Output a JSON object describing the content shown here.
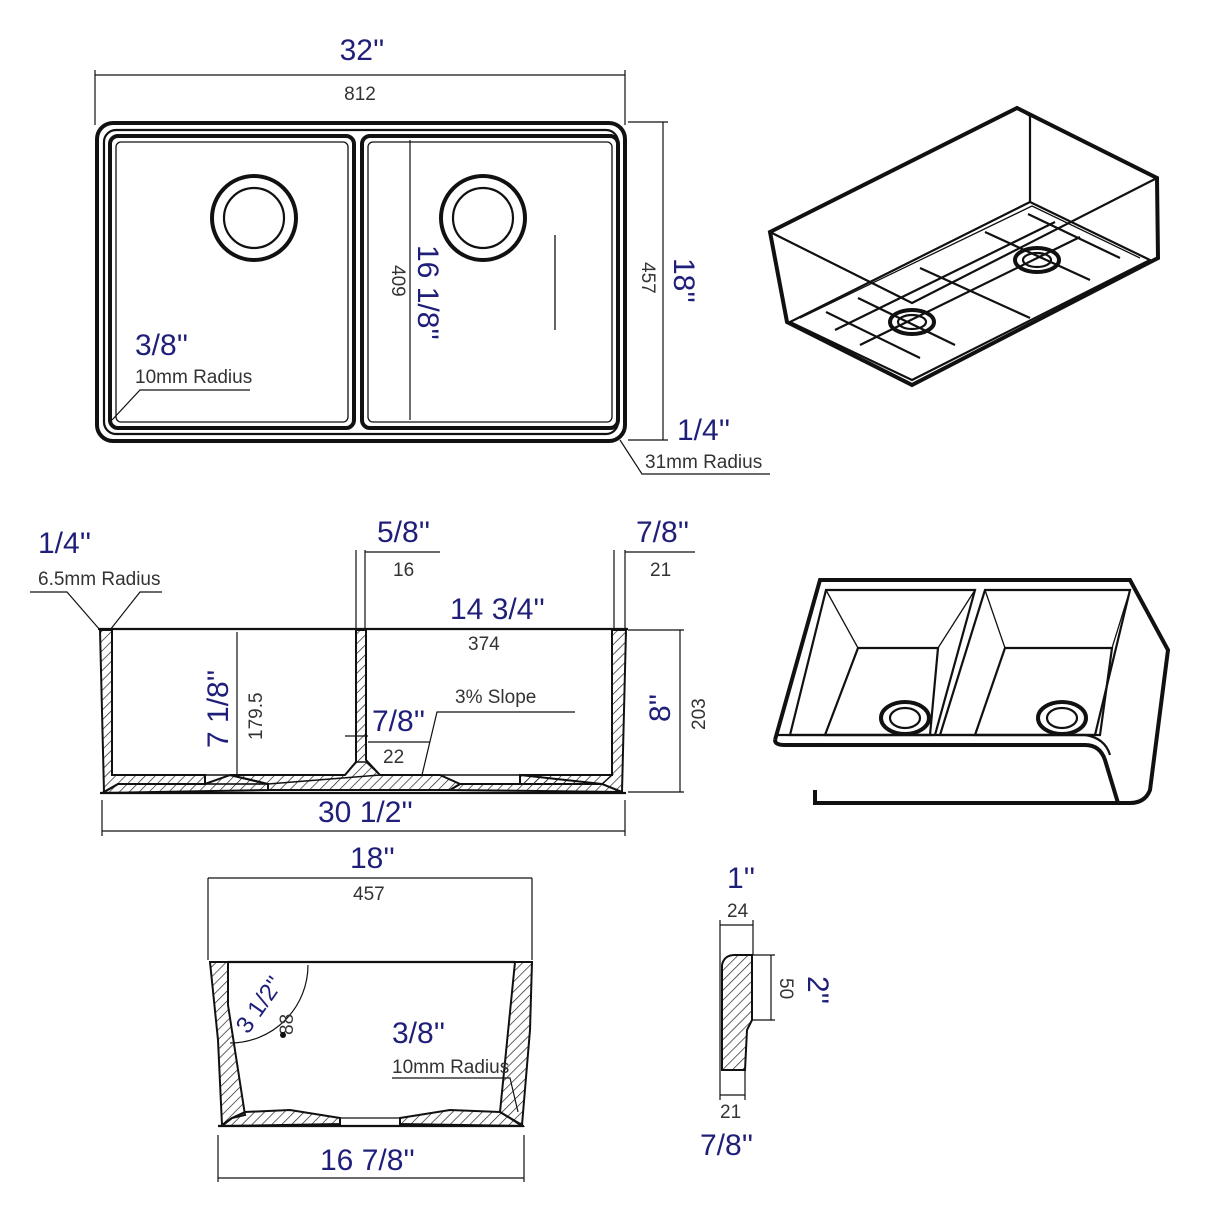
{
  "top_view": {
    "width_in": "32''",
    "width_mm": "812",
    "depth_in": "18''",
    "depth_mm": "457",
    "bowl_depth_in": "16 1/8''",
    "bowl_depth_mm": "409",
    "inner_radius_in": "3/8''",
    "inner_radius_mm": "10mm Radius",
    "corner_radius_in": "1/4''",
    "corner_radius_mm": "31mm Radius"
  },
  "front_section": {
    "rim_radius_in": "1/4''",
    "rim_radius_mm": "6.5mm Radius",
    "divider_in": "5/8''",
    "divider_mm": "16",
    "wall_in": "7/8''",
    "wall_mm": "21",
    "bowl_width_in": "14 3/4''",
    "bowl_width_mm": "374",
    "divider_height_in": "7 1/8''",
    "divider_height_mm": "179.5",
    "height_in": "8''",
    "height_mm": "203",
    "slope": "3% Slope",
    "bottom_in": "7/8''",
    "bottom_mm": "22",
    "bottom_width_in": "30 1/2''"
  },
  "side_section": {
    "depth_in": "18''",
    "depth_mm": "457",
    "radius_in": "3 1/2''",
    "radius_mm": "88",
    "inner_radius_in": "3/8''",
    "inner_radius_mm": "10mm Radius",
    "bottom_in": "16 7/8''"
  },
  "apron_detail": {
    "thickness_in": "1''",
    "thickness_mm": "24",
    "height_in": "2''",
    "height_mm": "50",
    "bottom_mm": "21",
    "bottom_in": "7/8''"
  }
}
